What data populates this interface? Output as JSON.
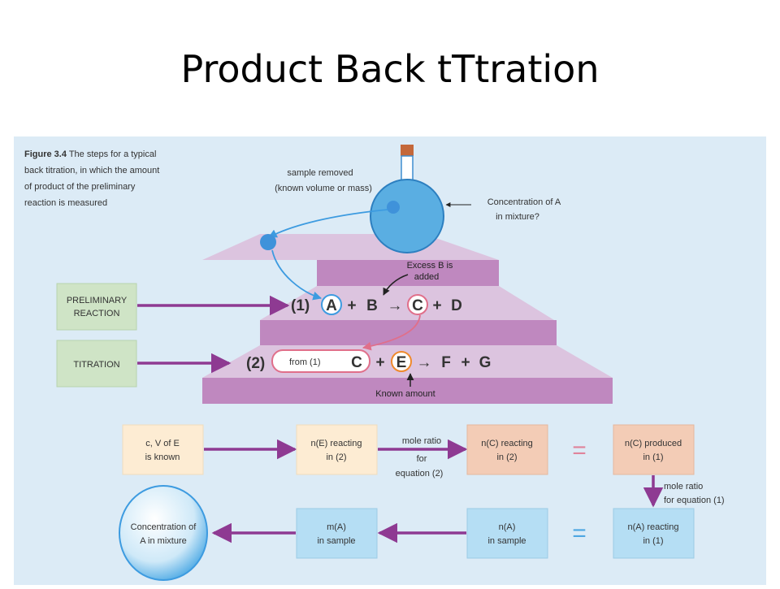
{
  "slide_title": "Product Back tTtration",
  "caption": {
    "lead": "Figure 3.4",
    "lines": [
      "The steps for a typical",
      "back titration, in which the amount",
      "of product of the preliminary",
      "reaction is measured"
    ]
  },
  "flask": {
    "sample_label": [
      "sample removed",
      "(known volume or mass)"
    ],
    "concentration_label": [
      "Concentration of A",
      "in mixture?"
    ]
  },
  "excess_label": [
    "Excess B is",
    "added"
  ],
  "known_amount_label": "Known amount",
  "side_boxes": {
    "preliminary": [
      "PRELIMINARY",
      "REACTION"
    ],
    "titration": "TITRATION"
  },
  "reaction1": {
    "step": "(1)",
    "A": "A",
    "plus1": "+",
    "B": "B",
    "arrow": "→",
    "C": "C",
    "plus2": "+",
    "D": "D"
  },
  "reaction2": {
    "step": "(2)",
    "from": "from (1)",
    "C": "C",
    "plus1": "+",
    "E": "E",
    "arrow": "→",
    "F": "F",
    "plus2": "+",
    "G": "G"
  },
  "flow": {
    "box1": [
      "c, V of E",
      "is known"
    ],
    "box2": [
      "n(E) reacting",
      "in (2)"
    ],
    "mole_ratio_2": [
      "mole ratio",
      "for",
      "equation (2)"
    ],
    "box3": [
      "n(C) reacting",
      "in (2)"
    ],
    "equals1": "=",
    "box4": [
      "n(C) produced",
      "in (1)"
    ],
    "mole_ratio_1": [
      "mole ratio",
      "for equation (1)"
    ],
    "box5": [
      "n(A) reacting",
      "in (1)"
    ],
    "equals2": "=",
    "box6": [
      "n(A)",
      "in sample"
    ],
    "box7": [
      "m(A)",
      "in sample"
    ],
    "final": [
      "Concentration of",
      "A in mixture"
    ]
  },
  "colors": {
    "background": "#dcebf6",
    "pyramid": "#bf88bf",
    "arrow": "#8e3a92",
    "side_box": "#cfe4c6",
    "flow_cream": "#fdecd3",
    "flow_peach": "#f3ccb6",
    "flow_blue": "#b5def4",
    "equals": "#e0849b",
    "flask": "#5aaee2"
  }
}
